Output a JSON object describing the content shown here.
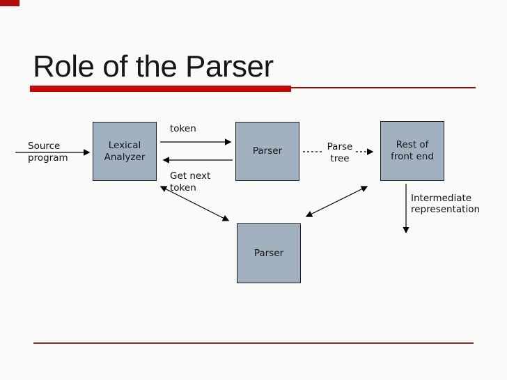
{
  "slide": {
    "title": "Role of the Parser",
    "colors": {
      "background": "#fafaf9",
      "accent_red": "#c40808",
      "accent_line_red": "#a00808",
      "footer_line_red": "#7d3333",
      "corner_mark": "#b00b0b",
      "box_fill": "#a2b1c0",
      "box_border": "#1a1a1a"
    }
  },
  "diagram": {
    "boxes": {
      "lexical_analyzer": [
        "Lexical",
        "Analyzer"
      ],
      "parser_top": [
        "Parser"
      ],
      "rest_front_end": [
        "Rest of",
        "front end"
      ],
      "parser_bottom": [
        "Parser"
      ]
    },
    "labels": {
      "source_program": [
        "Source",
        "program"
      ],
      "token": "token",
      "get_next_token": [
        "Get next",
        "token"
      ],
      "parse_tree": [
        "Parse",
        "tree"
      ],
      "intermediate_representation": [
        "Intermediate",
        "representation"
      ]
    }
  }
}
